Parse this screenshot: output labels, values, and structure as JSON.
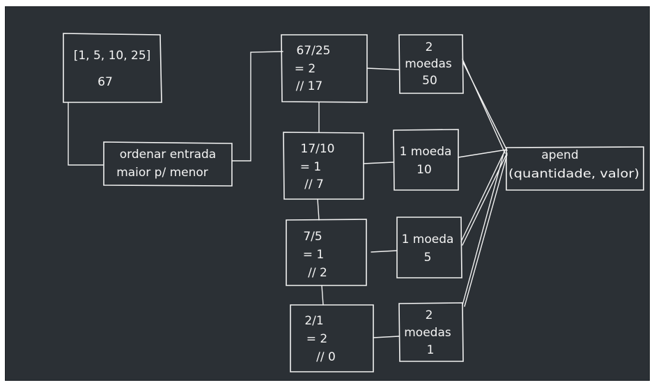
{
  "diagram": {
    "nodes": {
      "input": {
        "lines": [
          "[1, 5, 10, 25]",
          "67"
        ]
      },
      "sort": {
        "lines": [
          "ordenar entrada",
          "maior p/ menor"
        ]
      },
      "div25": {
        "lines": [
          "67/25",
          "= 2",
          "// 17"
        ]
      },
      "res25": {
        "lines": [
          "2",
          "moedas",
          "50"
        ]
      },
      "div10": {
        "lines": [
          "17/10",
          "= 1",
          "// 7"
        ]
      },
      "res10": {
        "lines": [
          "1 moeda",
          "10"
        ]
      },
      "div5": {
        "lines": [
          "7/5",
          "= 1",
          "// 2"
        ]
      },
      "res5": {
        "lines": [
          "1 moeda",
          "5"
        ]
      },
      "div1": {
        "lines": [
          "2/1",
          "= 2",
          "// 0"
        ]
      },
      "res1": {
        "lines": [
          "2",
          "moedas",
          "1"
        ]
      },
      "append": {
        "lines": [
          "apend",
          "(quantidade, valor)"
        ]
      }
    },
    "colors": {
      "background": "#2b3035",
      "stroke": "#f2f2f2",
      "text": "#f4f4f4"
    }
  }
}
